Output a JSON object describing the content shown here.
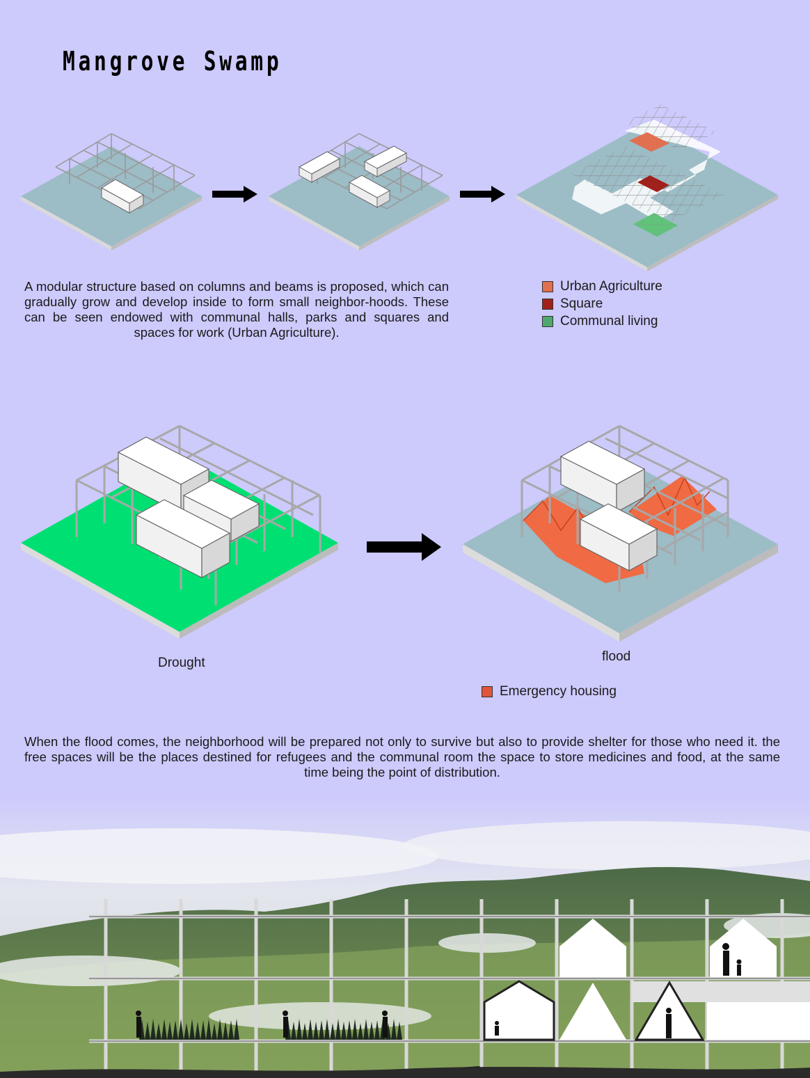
{
  "title": "Mangrove Swamp",
  "description_top": "A modular structure based on columns and beams is proposed, which can gradually grow and develop inside to form small neighbor-hoods. These can be seen endowed with communal halls, parks and squares and spaces for work (Urban Agriculture).",
  "legend_top": [
    {
      "label": "Urban Agriculture",
      "color": "#e07050"
    },
    {
      "label": "Square",
      "color": "#a0201c"
    },
    {
      "label": "Communal living",
      "color": "#4fa870"
    }
  ],
  "caption_drought": "Drought",
  "caption_flood": "flood",
  "legend_bottom": [
    {
      "label": "Emergency housing",
      "color": "#e0553a"
    }
  ],
  "description_bottom": "When the flood comes, the neighborhood will be prepared not only to survive but also to provide shelter for those who need it. the free spaces will be the places destined for refugees and the communal room the space to store medicines and food, at the same time being the point of distribution.",
  "colors": {
    "background": "#cdcafc",
    "water_plate": "#9cbcc6",
    "drought_plate": "#00e072",
    "arrow": "#000000"
  }
}
